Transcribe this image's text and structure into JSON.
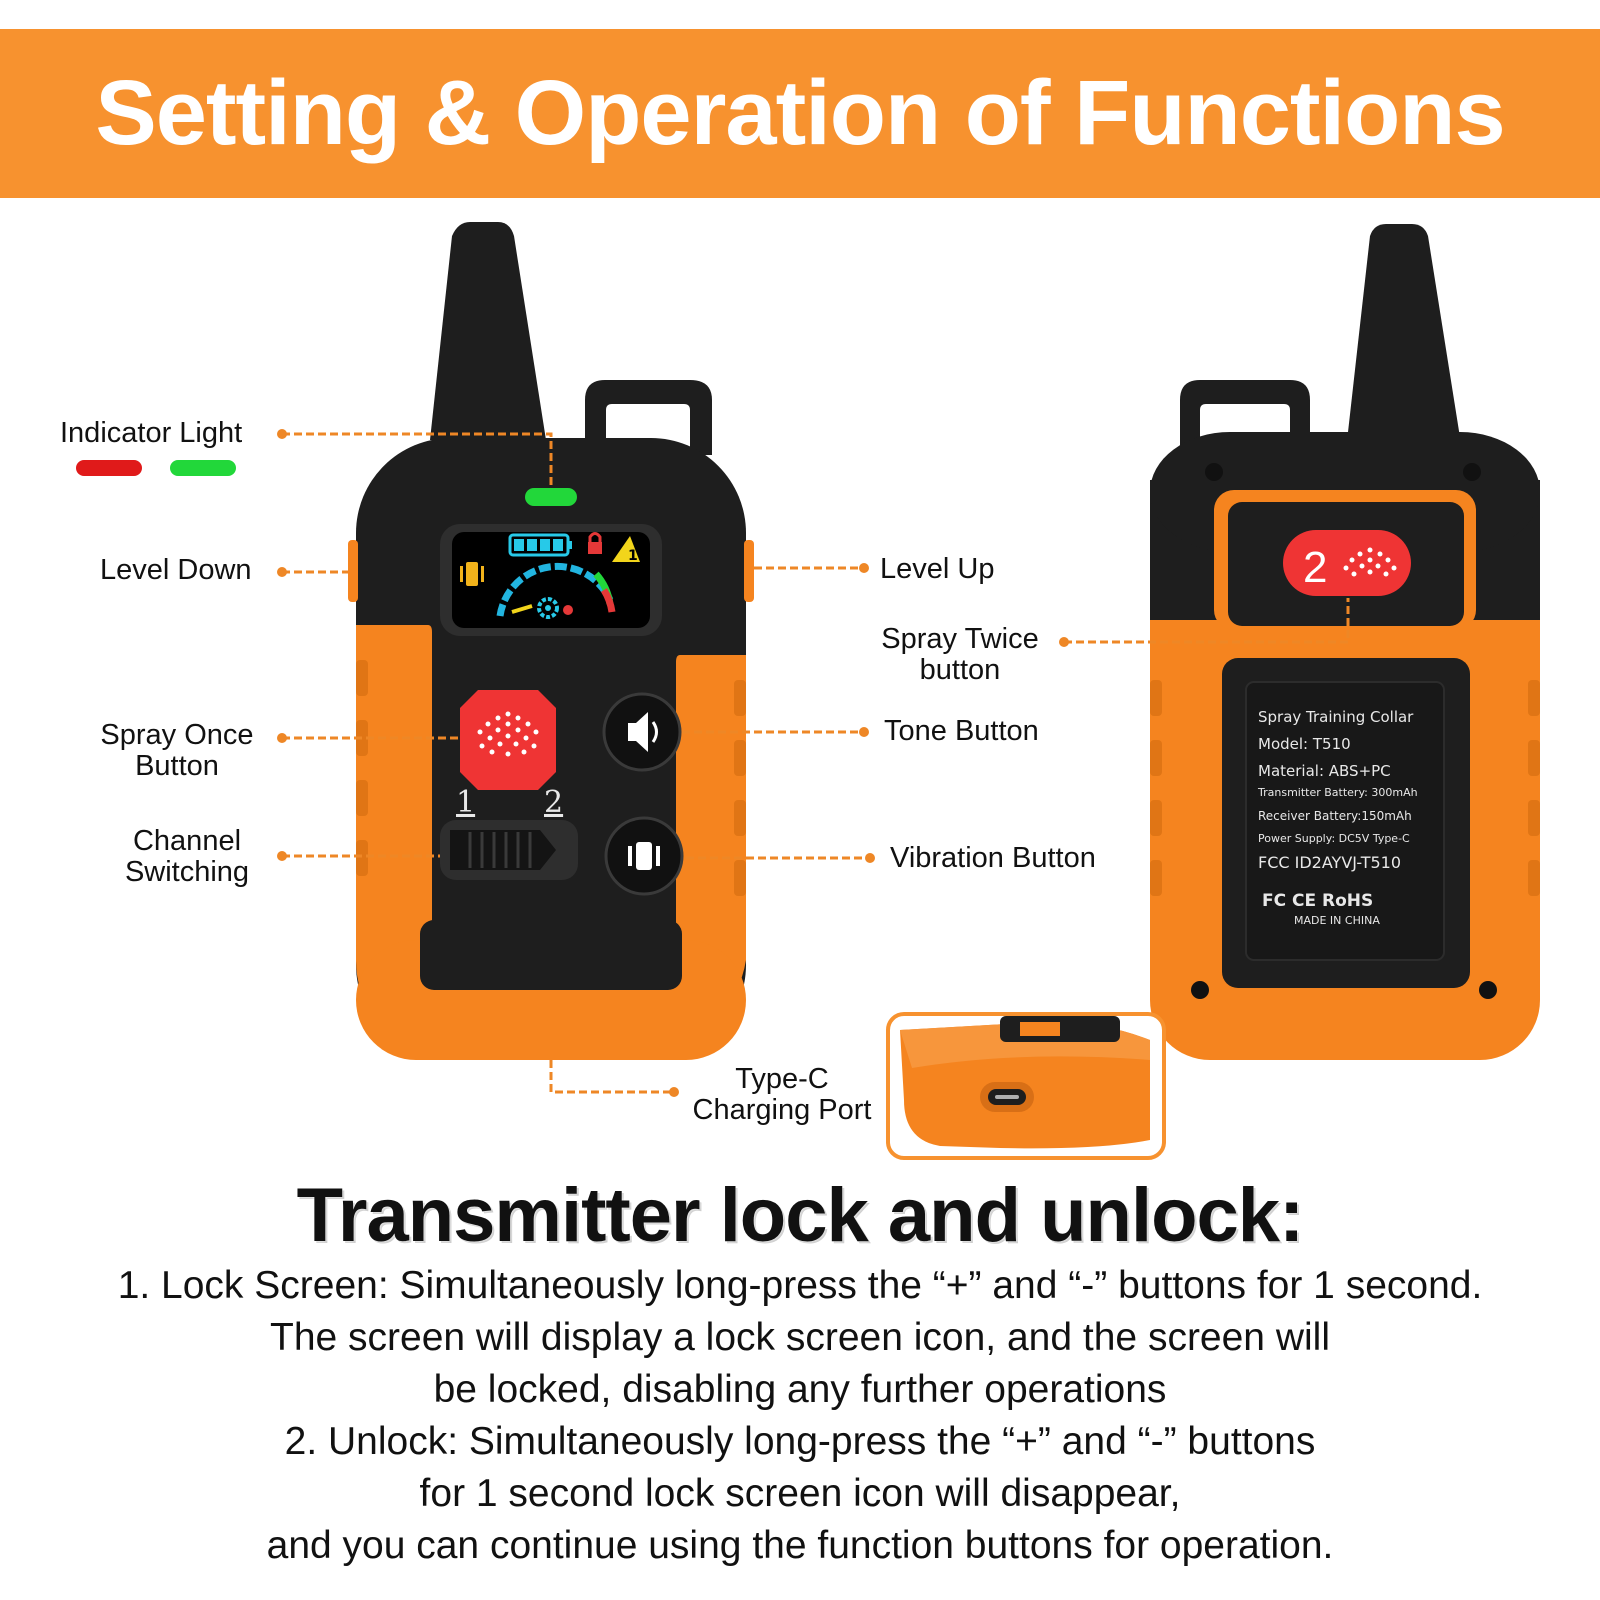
{
  "banner": {
    "title": "Setting & Operation of Functions"
  },
  "colors": {
    "accent_orange": "#f7922f",
    "device_orange": "#f5841f",
    "device_black": "#1e1e1e",
    "spray_red": "#ef3434",
    "indicator_red": "#e01a1a",
    "indicator_green": "#22d73a",
    "leader_line": "#ee8726"
  },
  "callouts": {
    "indicator_light": "Indicator Light",
    "level_down": "Level Down",
    "spray_once": [
      "Spray Once",
      "Button"
    ],
    "channel_switching": [
      "Channel",
      "Switching"
    ],
    "level_up": "Level Up",
    "spray_twice": [
      "Spray Twice",
      "button"
    ],
    "tone_button": "Tone Button",
    "vibration_button": "Vibration Button",
    "charging_port": [
      "Type-C",
      "Charging Port"
    ]
  },
  "transmitter": {
    "channel_marks": [
      "1",
      "2"
    ],
    "icons": [
      "battery-icon",
      "lock-icon",
      "warning-icon",
      "vibration-icon",
      "spray-icon",
      "tone-icon",
      "gear-icon"
    ]
  },
  "receiver": {
    "button_number": "2",
    "spec_label": {
      "line1": "Spray Training Collar",
      "line2": "Model:  T510",
      "line3": "Material: ABS+PC",
      "line4": "Transmitter Battery: 300mAh",
      "line5": "Receiver Battery:150mAh",
      "line6": "Power Supply: DC5V Type-C",
      "line7": "FCC ID2AYVJ-T510",
      "line8": "FC CE  RoHS",
      "line9": "MADE IN CHINA"
    }
  },
  "lock_section": {
    "title": "Transmitter lock and unlock:",
    "lines": [
      "1. Lock Screen: Simultaneously long-press the “+” and “-” buttons for 1 second.",
      "The screen will display a lock screen icon, and the screen will",
      "be locked, disabling any further operations",
      "2. Unlock: Simultaneously long-press the “+” and “-” buttons",
      "for 1 second lock screen icon will disappear,",
      "and you can continue using the function buttons for operation."
    ]
  }
}
